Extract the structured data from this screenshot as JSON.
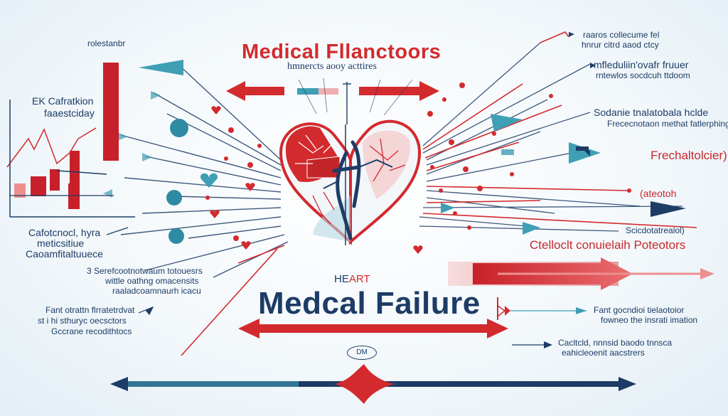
{
  "title": "Medical Fllanctoors",
  "subtitle": "hmnercts aooy acttires",
  "heart_label_prefix": "HE",
  "heart_label_suffix": "ART",
  "main_title": "Medcal Failure",
  "badge": "DM",
  "left_labels": {
    "top": "rolestanbr",
    "calc_line1": "EK Cafratkion",
    "calc_line2": "faaestciday",
    "block2_line1": "Cafotcnocl, hyra",
    "block2_line2": "meticsitiue",
    "block2_line3": "Caoamfitaltuuece",
    "block3_line1": "3 Serefcootnotwaum totouesrs",
    "block3_line2": "wittle oathng omacensits",
    "block3_line3": "raaladcoamnaurh icacu",
    "block4_line1": "Fant otrattn flrratetrdvat",
    "block4_line2": "st i hi sthuryc oecsctors",
    "block4_line3": "Gccrane recodithtocs"
  },
  "right_labels": {
    "r1_line1": "raaros collecume fel",
    "r1_line2": "hnrur citrd aaod ctcy",
    "r2_line1": "mfleduliin'ovafr fruuer",
    "r2_line2": "rntewlos socdcuh ttdoom",
    "r3_line1": "Sodanie tnalatobala hclde",
    "r3_line2": "Frececnotaon methat fatlerphing",
    "r4": "Frechaltolcier)",
    "r5": "(ateotoh",
    "r6": "Scicdotatrealol)",
    "r7": "Ctelloclt conuielaih Poteotors",
    "r8_line1": "Fant gocndioi tielaotoior",
    "r8_line2": "fowneo the insrati imation",
    "r9_line1": "Cacltcld, nnnsid baodo tnnsca",
    "r9_line2": "eahicleoenit aacstrers"
  },
  "colors": {
    "navy": "#1d3c66",
    "red": "#d32a2e",
    "teal": "#3f9fb4",
    "light_red": "#ee8f8f"
  }
}
